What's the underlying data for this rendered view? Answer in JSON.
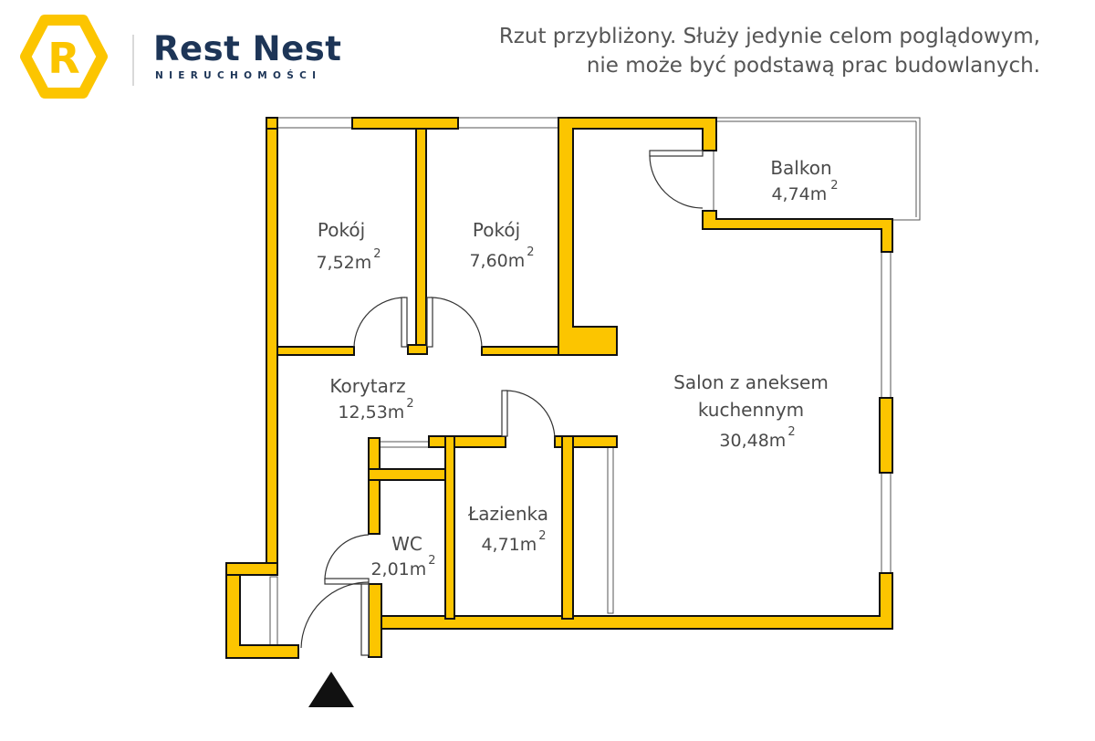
{
  "brand": {
    "name": "Rest Nest",
    "subtitle": "NIERUCHOMOŚCI",
    "logo_letter": "R",
    "colors": {
      "accent": "#fcc500",
      "navy": "#1d3557",
      "wall_outline": "#111111"
    }
  },
  "disclaimer": {
    "line1": "Rzut przybliżony. Służy jedynie celom poglądowym,",
    "line2": "nie może być podstawą prac budowlanych."
  },
  "rooms": {
    "room1": {
      "name": "Pokój",
      "area": "7,52m",
      "unit_sup": "2"
    },
    "room2": {
      "name": "Pokój",
      "area": "7,60m",
      "unit_sup": "2"
    },
    "balcony": {
      "name": "Balkon",
      "area": "4,74m",
      "unit_sup": "2"
    },
    "corridor": {
      "name": "Korytarz",
      "area": "12,53m",
      "unit_sup": "2"
    },
    "salon": {
      "name_line1": "Salon z aneksem",
      "name_line2": "kuchennym",
      "area": "30,48m",
      "unit_sup": "2"
    },
    "bathroom": {
      "name": "Łazienka",
      "area": "4,71m",
      "unit_sup": "2"
    },
    "wc": {
      "name": "WC",
      "area": "2,01m",
      "unit_sup": "2"
    }
  },
  "entrance_icon": "entrance-arrow-icon"
}
